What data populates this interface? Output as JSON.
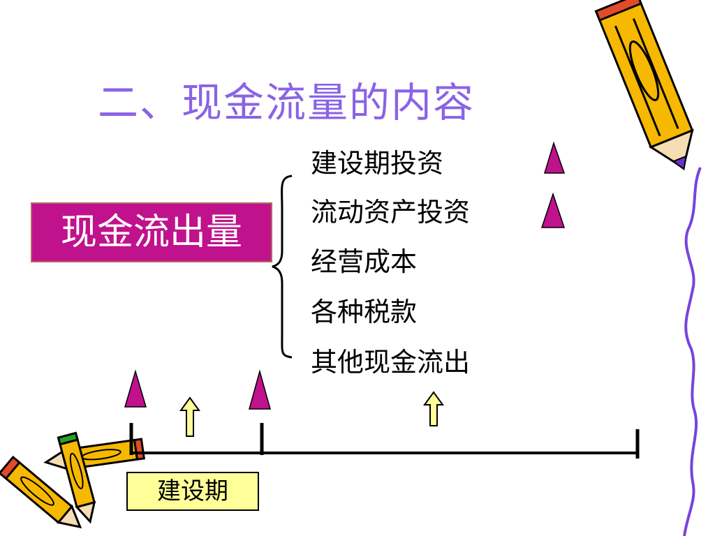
{
  "title": "二、现金流量的内容",
  "outflow_label": "现金流出量",
  "items": [
    {
      "label": "建设期投资",
      "marker": "triangle"
    },
    {
      "label": "流动资产投资",
      "marker": "triangle"
    },
    {
      "label": "经营成本",
      "marker": "none"
    },
    {
      "label": "各种税款",
      "marker": "none"
    },
    {
      "label": "其他现金流出",
      "marker": "none"
    }
  ],
  "construction_period_label": "建设期",
  "colors": {
    "title": "#8a63e6",
    "box": "#c0128c",
    "triangle": "#c0128c",
    "up_arrow": "#ffff99",
    "period_box": "#ffff99",
    "squiggle": "#7744dd"
  },
  "icons": [
    "pencil-icon",
    "pencil-icon",
    "pencil-icon",
    "pencil-icon"
  ]
}
